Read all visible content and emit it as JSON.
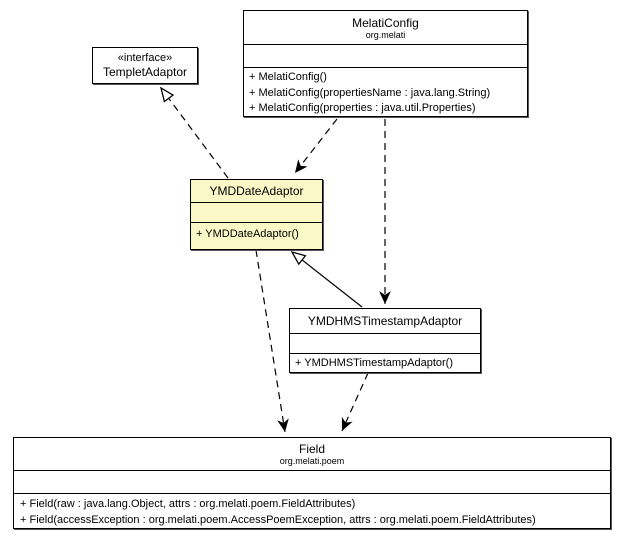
{
  "diagram_title": "UML class diagram",
  "colors": {
    "background": "#ffffff",
    "box_background": "#ffffff",
    "highlight_background": "#fbf8c8",
    "line": "#000000"
  },
  "nodes": {
    "templet_adaptor": {
      "stereotype": "«interface»",
      "name": "TempletAdaptor"
    },
    "melati_config": {
      "name": "MelatiConfig",
      "package": "org.melati",
      "methods": [
        "+ MelatiConfig()",
        "+ MelatiConfig(propertiesName : java.lang.String)",
        "+ MelatiConfig(properties : java.util.Properties)"
      ]
    },
    "ymd_date_adaptor": {
      "name": "YMDDateAdaptor",
      "methods": [
        "+ YMDDateAdaptor()"
      ]
    },
    "ymdhms_timestamp_adaptor": {
      "name": "YMDHMSTimestampAdaptor",
      "methods": [
        "+ YMDHMSTimestampAdaptor()"
      ]
    },
    "field": {
      "name": "Field",
      "package": "org.melati.poem",
      "methods": [
        "+ Field(raw : java.lang.Object, attrs : org.melati.poem.FieldAttributes)",
        "+ Field(accessException : org.melati.poem.AccessPoemException, attrs : org.melati.poem.FieldAttributes)"
      ]
    }
  },
  "edges": [
    {
      "from": "YMDDateAdaptor",
      "to": "TempletAdaptor",
      "style": "dashed",
      "arrowhead": "hollow",
      "relation": "realization"
    },
    {
      "from": "MelatiConfig",
      "to": "YMDDateAdaptor",
      "style": "dashed",
      "arrowhead": "filled",
      "relation": "dependency"
    },
    {
      "from": "MelatiConfig",
      "to": "YMDHMSTimestampAdaptor",
      "style": "dashed",
      "arrowhead": "filled",
      "relation": "dependency"
    },
    {
      "from": "YMDHMSTimestampAdaptor",
      "to": "YMDDateAdaptor",
      "style": "solid",
      "arrowhead": "hollow",
      "relation": "generalization"
    },
    {
      "from": "YMDDateAdaptor",
      "to": "Field",
      "style": "dashed",
      "arrowhead": "filled",
      "relation": "dependency"
    },
    {
      "from": "YMDHMSTimestampAdaptor",
      "to": "Field",
      "style": "dashed",
      "arrowhead": "filled",
      "relation": "dependency"
    }
  ]
}
